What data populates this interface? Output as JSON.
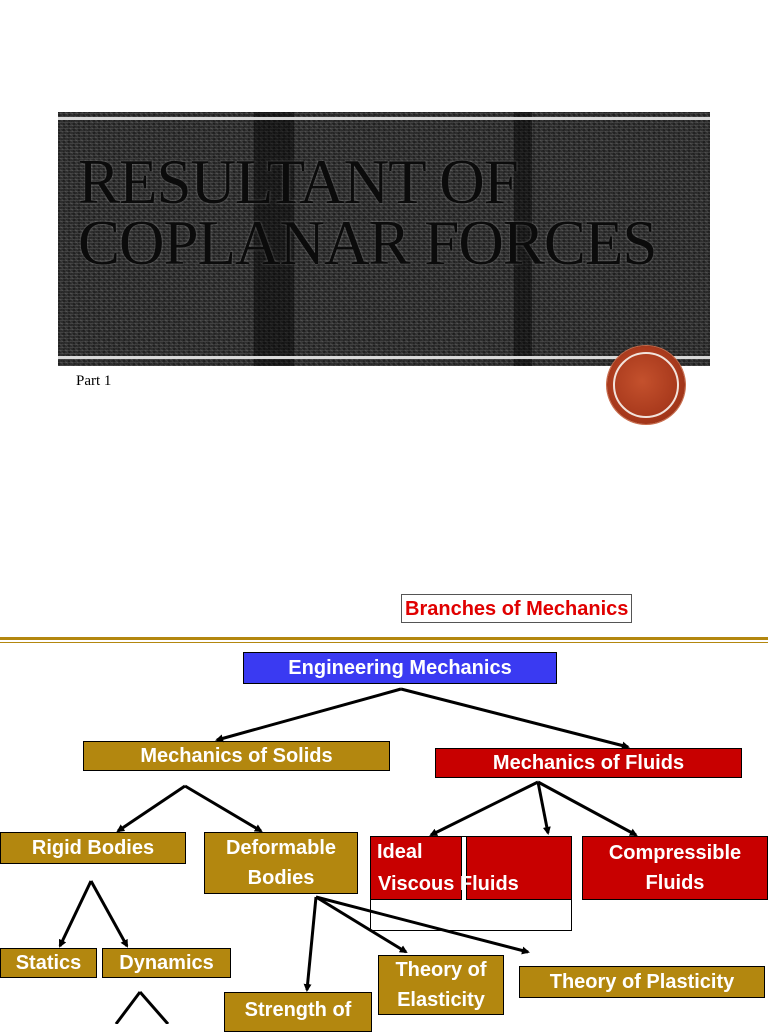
{
  "slide1": {
    "title": "RESULTANT OF COPLANAR FORCES",
    "subtitle": "Part 1"
  },
  "slide2": {
    "title": "Branches of Mechanics",
    "nodes": {
      "engineering_mechanics": "Engineering Mechanics",
      "mechanics_of_solids": "Mechanics of Solids",
      "mechanics_of_fluids": "Mechanics of Fluids",
      "rigid_bodies": "Rigid Bodies",
      "deformable_bodies": "Deformable Bodies",
      "ideal_fluids": "Ideal",
      "viscous_fluids": "Viscous Fluids",
      "compressible_fluids": "Compressible Fluids",
      "statics": "Statics",
      "dynamics": "Dynamics",
      "theory_of_elasticity": "Theory of Elasticity",
      "theory_of_plasticity": "Theory of Plasticity",
      "strength_of_materials": "Strength of"
    },
    "colors": {
      "gold": "#b3870f",
      "red": "#c80000",
      "blue": "#3a3af2",
      "title_red": "#e00000"
    }
  }
}
